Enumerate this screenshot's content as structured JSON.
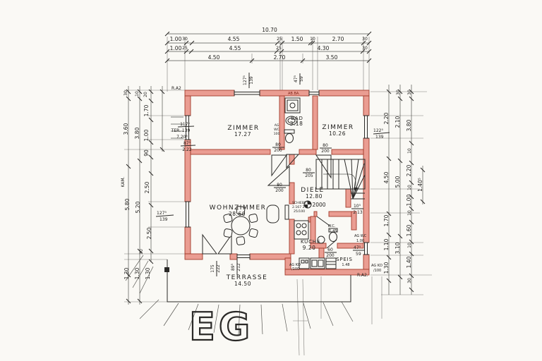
{
  "floor_label": "EG",
  "colors": {
    "wall_fill": "#ea9d92",
    "wall_stroke": "#a23b2b",
    "ink": "#2a2927",
    "paper": "#faf9f5",
    "accent_red": "#7d2417"
  },
  "rooms": {
    "zimmer1": {
      "name": "ZIMMER",
      "area": "17.27"
    },
    "bad": {
      "name": "BAD",
      "area": "3.18"
    },
    "zimmer2": {
      "name": "ZIMMER",
      "area": "10.26"
    },
    "wohnzimmer": {
      "name": "WOHNZIMMER",
      "area": "28.60"
    },
    "diele": {
      "name": "DIELE",
      "area": "12.80"
    },
    "kueche": {
      "name": "KÜCHE",
      "area": "9.20"
    },
    "wc": {
      "name": "W.C.",
      "area": "1.45"
    },
    "speis": {
      "name": "SPEIS",
      "area": "1.48"
    },
    "terrasse": {
      "name": "TERRASSE",
      "area": "14.50"
    }
  },
  "openings": {
    "zimmer1": {
      "w": "80",
      "h": "200"
    },
    "zimmer2": {
      "w": "80",
      "h": "200"
    },
    "wohnzimmer": {
      "w": "80",
      "h": "200"
    },
    "stairs": {
      "w": "80",
      "h": "205"
    },
    "speis": {
      "w": "60",
      "h": "200"
    }
  },
  "windows": {
    "top_left": {
      "w": "127⁵",
      "h": "139"
    },
    "bath": {
      "w": "47⁵",
      "h": "59"
    },
    "right1": {
      "w": "122⁵",
      "h": "139"
    },
    "right2": {
      "w": "47⁵",
      "h": "59"
    },
    "left_wz": {
      "w": "127⁵",
      "h": "139"
    },
    "terr_door": {
      "w": "175",
      "h": "222"
    },
    "terr_win": {
      "w": "89⁵",
      "h": "212"
    },
    "z1": {
      "l1": "117⁵",
      "l2": "TER. 139",
      "l3": "7.20⁵",
      "l4": "87⁵",
      "l5": "2.22"
    }
  },
  "dims": {
    "top": {
      "overall": "10.70",
      "row2": [
        "1.00",
        "30",
        "4.55",
        "25",
        "1.50",
        "10",
        "2.70",
        "30"
      ],
      "row3": [
        "1.00",
        "25",
        "4.55",
        "25",
        "4.30",
        "30"
      ],
      "row4": [
        "4.50",
        "2.70",
        "3.50"
      ]
    },
    "left": {
      "small_top": [
        "30",
        "10",
        "20"
      ],
      "col1": [
        "3.60",
        "5.80"
      ],
      "col2": [
        "3.80",
        "5.20"
      ],
      "col3": [
        "1.70",
        "1.00",
        "90",
        "2.50",
        "2.50",
        "30"
      ],
      "bottom": [
        "1.30",
        "1.30",
        "1.30"
      ]
    },
    "right": {
      "col_a": [
        "2.20",
        "4.50",
        "1.70",
        "1.10",
        "1.30"
      ],
      "col_b": [
        "30",
        "2.10",
        "5.00",
        "3.10"
      ],
      "col_c": [
        "30",
        "3.80",
        "10",
        "2.20",
        "10",
        "1.00",
        "10",
        "1.60",
        "10",
        "1.40",
        "30"
      ],
      "col_d": [
        "1.40⁵"
      ]
    }
  },
  "annotations": {
    "ra_top": "R.A2",
    "ra_bottom": "R.A2.",
    "ab_ba": "AB.BA.",
    "benchmark": "2000",
    "niche_w": "10⁵",
    "niche_h": "2.13",
    "schiebe1": "SCHIEBET.",
    "schiebe2": "2.167 2-fl.",
    "schiebe3": "25/100",
    "ag_wc_l1": "AG",
    "ag_wc_l2": "WC",
    "ag_wc_l3": "100",
    "ag_wc_r1": "AG WC",
    "ag_wc_r2": "1.00",
    "ag_kd_b1": "AG KD",
    "ag_kd_b2": "/100",
    "ag_kd_r1": "AG KD",
    "ag_kd_r2": "/100",
    "kam": "KAM."
  }
}
